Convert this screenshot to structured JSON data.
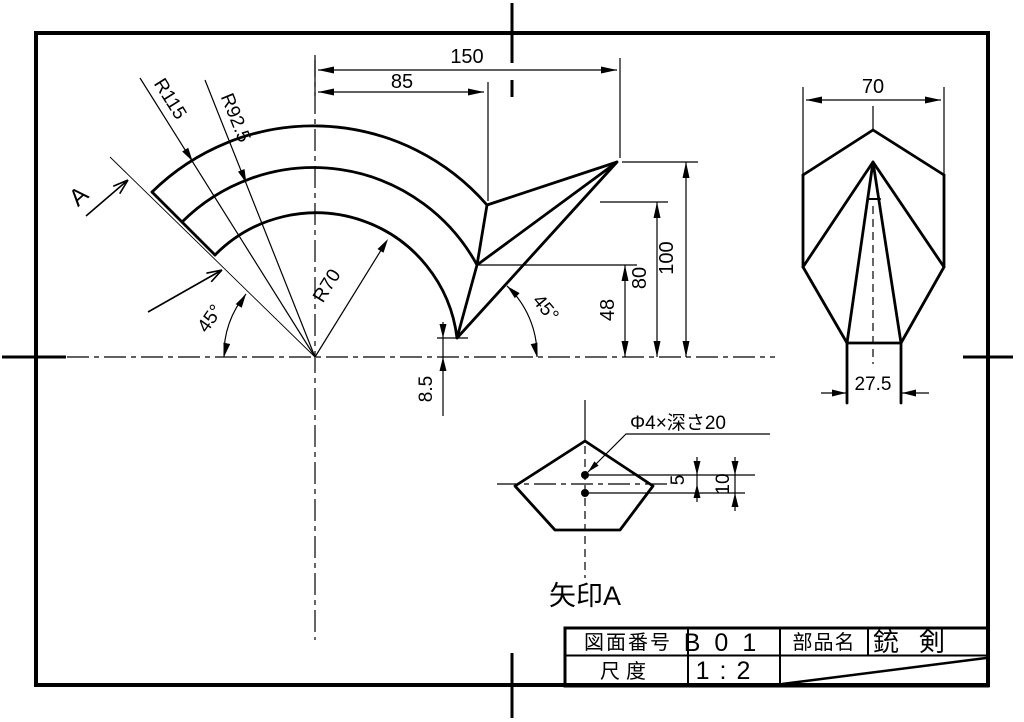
{
  "main_view": {
    "dim_150": "150",
    "dim_85": "85",
    "radius_outer": "R115",
    "radius_middle": "R92.5",
    "radius_inner": "R70",
    "angle_left": "45°",
    "angle_right": "45°",
    "dim_100": "100",
    "dim_80": "80",
    "dim_48": "48",
    "dim_8_5": "8.5",
    "view_arrow_label": "A"
  },
  "front_view": {
    "dim_70": "70",
    "dim_27_5": "27.5"
  },
  "arrow_view": {
    "hole_note": "Φ4×深さ20",
    "dim_5": "5",
    "dim_10": "10",
    "caption": "矢印A"
  },
  "title_block": {
    "drawing_number_label": "図面番号",
    "drawing_number": "B01",
    "part_name_label": "部品名",
    "part_name": "銃剣",
    "scale_label": "尺度",
    "scale": "1:2"
  },
  "colors": {
    "line": "#000000",
    "background": "#ffffff"
  }
}
